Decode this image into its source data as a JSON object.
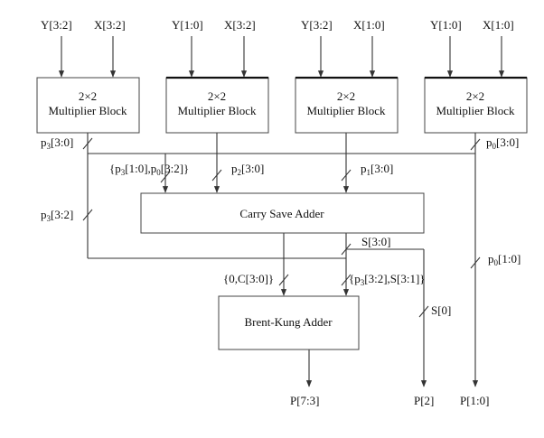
{
  "inputs": {
    "m0": {
      "a": "Y[3:2]",
      "b": "X[3:2]"
    },
    "m1": {
      "a": "Y[1:0]",
      "b": "X[3:2]"
    },
    "m2": {
      "a": "Y[3:2]",
      "b": "X[1:0]"
    },
    "m3": {
      "a": "Y[1:0]",
      "b": "X[1:0]"
    }
  },
  "blocks": {
    "mult_line1": "2×2",
    "mult_line2": "Multiplier Block",
    "csa": "Carry Save Adder",
    "bka": "Brent-Kung Adder"
  },
  "signals": {
    "p3_full": {
      "base": "p",
      "sub": "3",
      "rest": "[3:0]"
    },
    "p3_hi": {
      "base": "p",
      "sub": "3",
      "rest": "[3:2]"
    },
    "p2": {
      "base": "p",
      "sub": "2",
      "rest": "[3:0]"
    },
    "p1": {
      "base": "p",
      "sub": "1",
      "rest": "[3:0]"
    },
    "p0_full": {
      "base": "p",
      "sub": "0",
      "rest": "[3:0]"
    },
    "p0_lo": {
      "base": "p",
      "sub": "0",
      "rest": "[1:0]"
    },
    "concat1": {
      "pre": "{p",
      "s1": "3",
      "mid": "[1:0],p",
      "s2": "0",
      "post": "[3:2]}"
    },
    "concat2": {
      "pre": "{p",
      "s1": "3",
      "post": "[3:2],S[3:1]}"
    },
    "carry": "{0,C[3:0]}",
    "sum": "S[3:0]",
    "s0": "S[0]"
  },
  "outputs": {
    "p73": "P[7:3]",
    "p2": "P[2]",
    "p10": "P[1:0]"
  }
}
